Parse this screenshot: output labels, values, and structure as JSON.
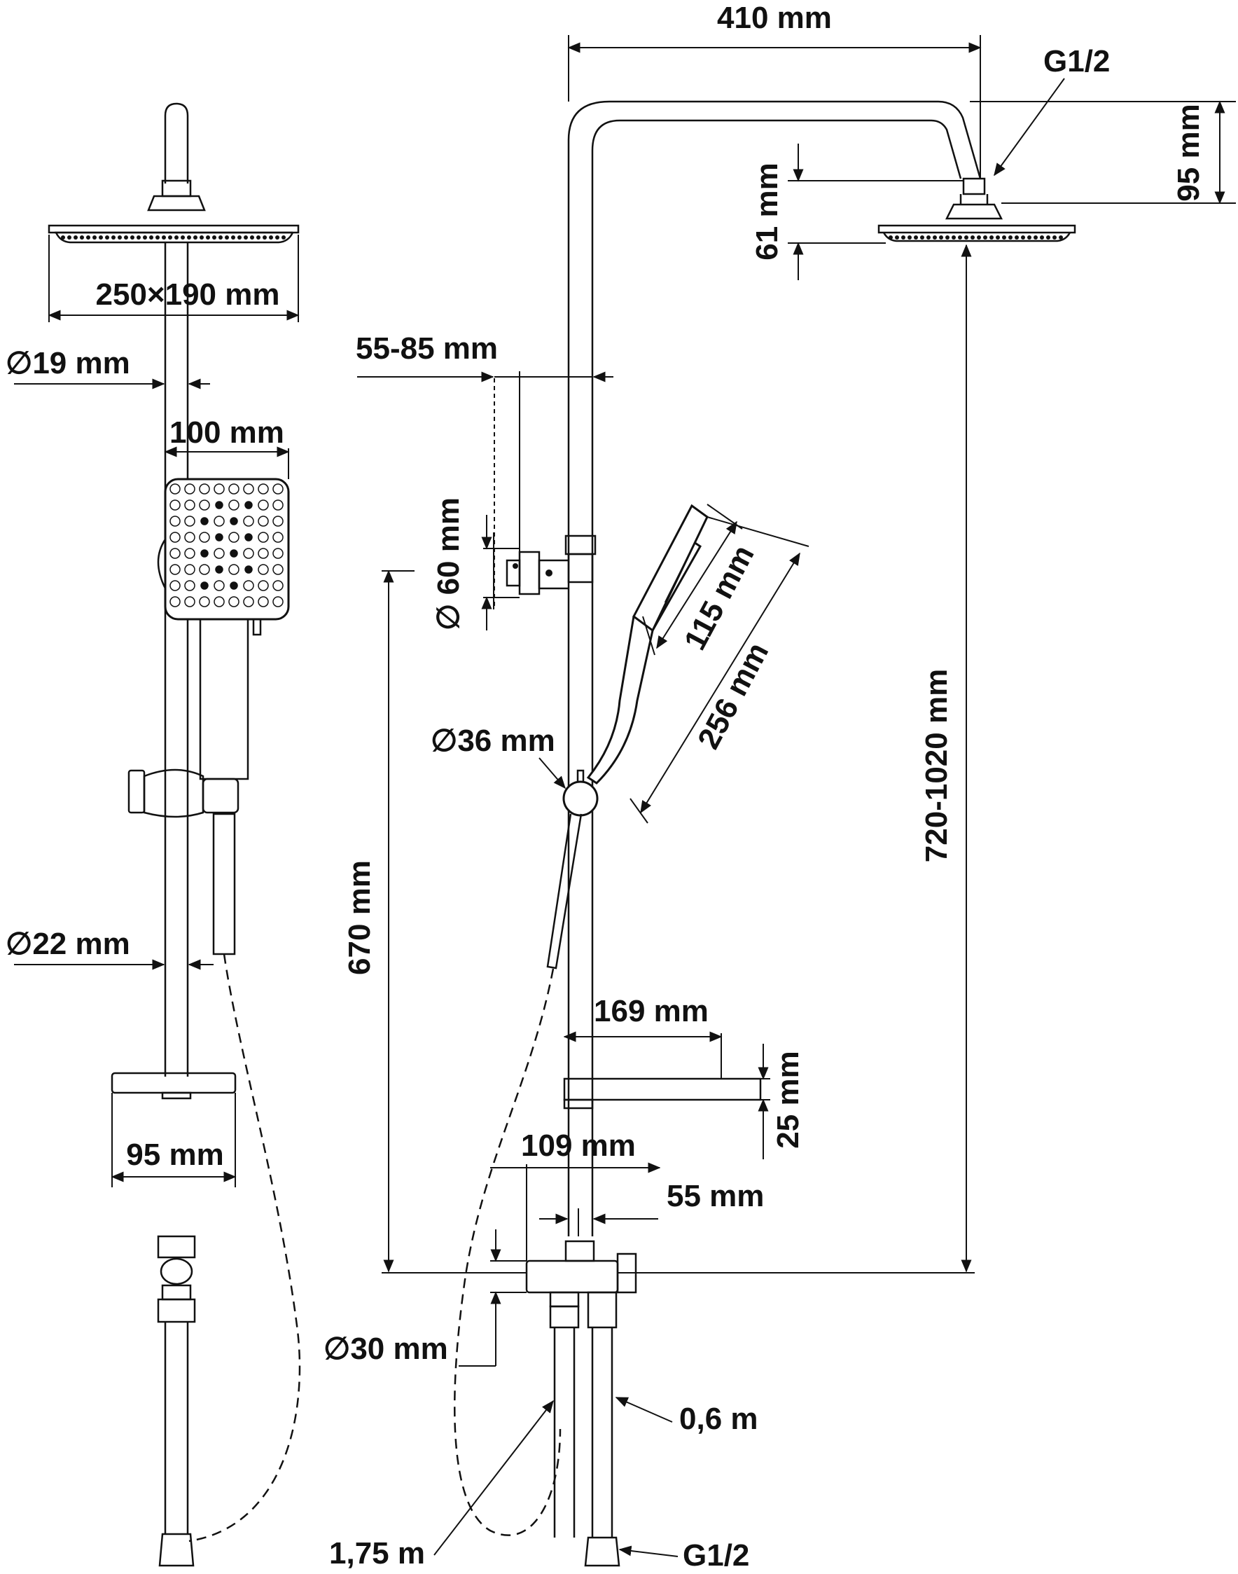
{
  "dimensions": {
    "width_410": "410 mm",
    "thread_top": "G1/2",
    "height_95": "95 mm",
    "height_61": "61 mm",
    "head_size": "250×190 mm",
    "rail_dia_19": "∅19 mm",
    "hand_width_100": "100 mm",
    "range_55_85": "55-85 mm",
    "holder_dia_60": "∅ 60 mm",
    "hand_len_115": "115 mm",
    "hand_len_256": "256 mm",
    "slider_dia_36": "∅36 mm",
    "range_720_1020": "720-1020 mm",
    "height_670": "670 mm",
    "tube_dia_22": "∅22 mm",
    "shelf_169": "169 mm",
    "shelf_25": "25 mm",
    "shelf_95": "95 mm",
    "mixer_109": "109 mm",
    "mixer_55": "55 mm",
    "mixer_dia_30": "∅30 mm",
    "hose_06": "0,6 m",
    "hose_175": "1,75 m",
    "thread_bottom": "G1/2"
  }
}
